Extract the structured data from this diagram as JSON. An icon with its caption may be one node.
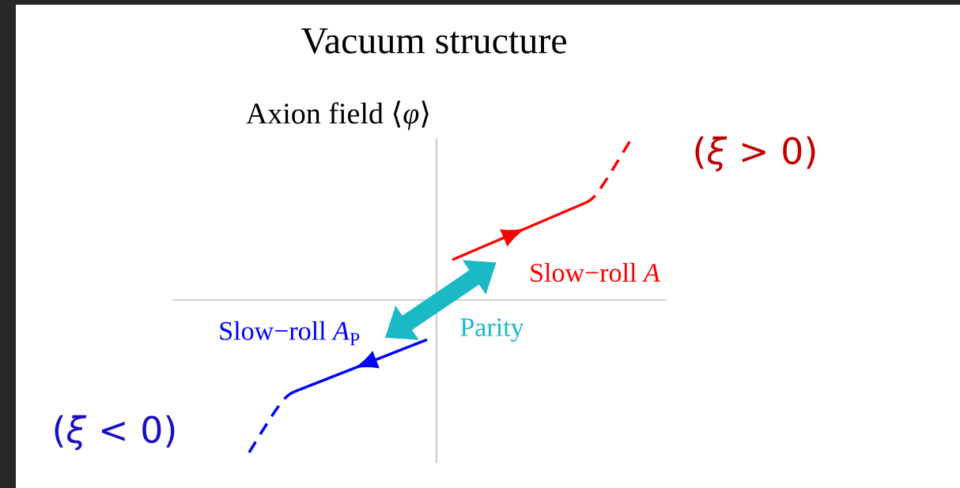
{
  "diagram": {
    "title": "Vacuum structure",
    "nodes": [
      {
        "text": [],
        "shape": "curve",
        "beside": [
          "Slow−roll *A*",
          "(*ξ* > 0)"
        ]
      },
      {
        "text": [],
        "shape": "curve",
        "beside": [
          "Slow−roll *A*$_{P}$",
          "(*ξ* < 0)"
        ]
      }
    ],
    "edges": [
      {
        "from": 1,
        "to": 0,
        "arrow": "both",
        "label": "Parity",
        "color": "#1bb8c6"
      }
    ],
    "labels": [
      "Axion field ⟨*φ*⟩"
    ]
  }
}
